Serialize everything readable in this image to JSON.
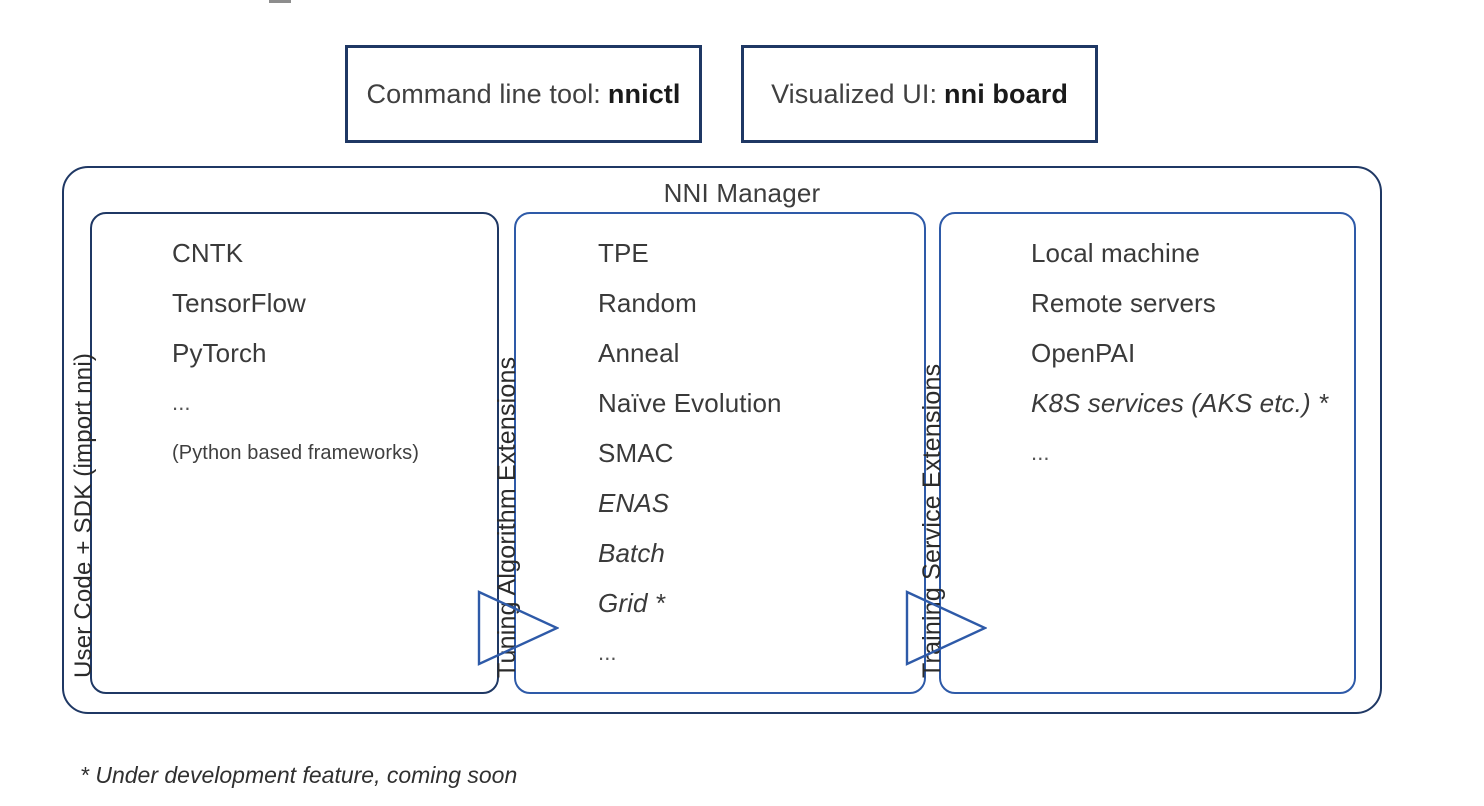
{
  "colors": {
    "border_dark": "#1F3864",
    "border_blue": "#2E5AA8",
    "text": "#3a3a3a",
    "background": "#ffffff"
  },
  "top_tools": [
    {
      "prefix": "Command line tool:",
      "name": "nnictl"
    },
    {
      "prefix": "Visualized UI:",
      "name": "nni board"
    }
  ],
  "manager": {
    "title": "NNI Manager"
  },
  "panels": [
    {
      "key": "user_code",
      "vertical_label": "User Code + SDK (import nni)",
      "items": [
        {
          "text": "CNTK",
          "style": "normal"
        },
        {
          "text": "TensorFlow",
          "style": "normal"
        },
        {
          "text": "PyTorch",
          "style": "normal"
        },
        {
          "text": "...",
          "style": "ellipsis"
        },
        {
          "text": "(Python based frameworks)",
          "style": "small"
        }
      ]
    },
    {
      "key": "tuning_algorithms",
      "vertical_label": "Tuning Algorithm Extensions",
      "items": [
        {
          "text": "TPE",
          "style": "normal"
        },
        {
          "text": "Random",
          "style": "normal"
        },
        {
          "text": "Anneal",
          "style": "normal"
        },
        {
          "text": "Naïve Evolution",
          "style": "normal"
        },
        {
          "text": "SMAC",
          "style": "normal"
        },
        {
          "text": "ENAS",
          "style": "italic"
        },
        {
          "text": "Batch",
          "style": "italic"
        },
        {
          "text": "Grid *",
          "style": "italic"
        },
        {
          "text": "...",
          "style": "ellipsis"
        }
      ]
    },
    {
      "key": "training_services",
      "vertical_label": "Training Service Extensions",
      "items": [
        {
          "text": "Local machine",
          "style": "normal"
        },
        {
          "text": "Remote servers",
          "style": "normal"
        },
        {
          "text": "OpenPAI",
          "style": "normal"
        },
        {
          "text": "K8S services (AKS etc.) *",
          "style": "italic"
        },
        {
          "text": "...",
          "style": "ellipsis"
        }
      ]
    }
  ],
  "arrows": [
    {
      "name": "arrow-user-to-tuning",
      "direction": "right"
    },
    {
      "name": "arrow-tuning-to-training",
      "direction": "right"
    }
  ],
  "footnote": "* Under development feature, coming soon"
}
